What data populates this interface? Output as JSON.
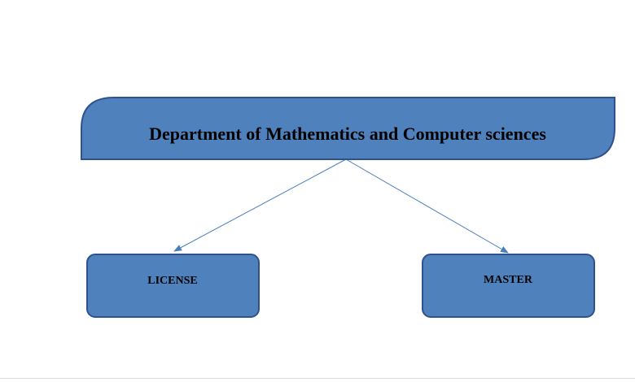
{
  "diagram": {
    "root": {
      "label": "Department of Mathematics and Computer sciences"
    },
    "children": [
      {
        "label": "LICENSE"
      },
      {
        "label": "MASTER"
      }
    ],
    "colors": {
      "node_fill": "#4F81BD",
      "node_stroke": "#2F528F",
      "arrow": "#4A7EBB",
      "text": "#000000"
    }
  }
}
